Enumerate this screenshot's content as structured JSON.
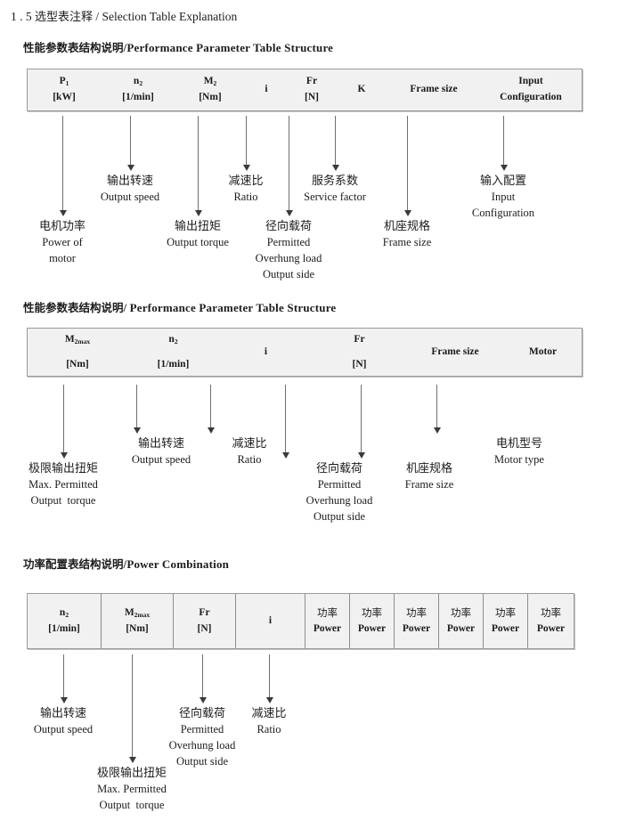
{
  "page": {
    "section_number": "1 . 5",
    "section_title_cn": "选型表注释",
    "section_title_sep": "/",
    "section_title_en": "Selection Table Explanation"
  },
  "blocks": [
    {
      "heading_cn": "性能参数表结构说明",
      "heading_sep": "/",
      "heading_en": "Performance Parameter Table Structure",
      "table": {
        "gridded": false,
        "columns": [
          {
            "symbol": "P",
            "sub": "1",
            "unit": "[kW]"
          },
          {
            "symbol": "n",
            "sub": "2",
            "unit": "[1/min]"
          },
          {
            "symbol": "M",
            "sub": "2",
            "unit": "[Nm]"
          },
          {
            "symbol": "i",
            "sub": "",
            "unit": ""
          },
          {
            "symbol": "Fr",
            "sub": "",
            "unit": "[N]"
          },
          {
            "symbol": "K",
            "sub": "",
            "unit": ""
          },
          {
            "symbol": "Frame size",
            "sub": "",
            "unit": ""
          },
          {
            "symbol": "Input",
            "sub": "",
            "unit": "Configuration"
          }
        ]
      },
      "annotations": [
        {
          "cn": "电机功率",
          "en": [
            "Power of",
            "motor"
          ]
        },
        {
          "cn": "输出转速",
          "en": [
            "Output speed"
          ]
        },
        {
          "cn": "输出扭矩",
          "en": [
            "Output torque"
          ]
        },
        {
          "cn": "减速比",
          "en": [
            "Ratio"
          ]
        },
        {
          "cn": "径向载荷",
          "en": [
            "Permitted",
            "Overhung load",
            "Output side"
          ]
        },
        {
          "cn": "服务系数",
          "en": [
            "Service factor"
          ]
        },
        {
          "cn": "机座规格",
          "en": [
            "Frame size"
          ]
        },
        {
          "cn": "输入配置",
          "en": [
            "Input",
            "Configuration"
          ]
        }
      ]
    },
    {
      "heading_cn": "性能参数表结构说明",
      "heading_sep": "/",
      "heading_en": "Performance Parameter Table Structure",
      "table": {
        "gridded": false,
        "columns": [
          {
            "symbol": "M",
            "sub": "2max",
            "unit": "[Nm]"
          },
          {
            "symbol": "n",
            "sub": "2",
            "unit": "[1/min]"
          },
          {
            "symbol": "i",
            "sub": "",
            "unit": ""
          },
          {
            "symbol": "Fr",
            "sub": "",
            "unit": "[N]"
          },
          {
            "symbol": "Frame size",
            "sub": "",
            "unit": ""
          },
          {
            "symbol": "Motor",
            "sub": "",
            "unit": ""
          }
        ]
      },
      "annotations": [
        {
          "cn": "极限输出扭矩",
          "en": [
            "Max. Permitted",
            "Output  torque"
          ]
        },
        {
          "cn": "输出转速",
          "en": [
            "Output speed"
          ]
        },
        {
          "cn": "减速比",
          "en": [
            "Ratio"
          ]
        },
        {
          "cn": "径向载荷",
          "en": [
            "Permitted",
            "Overhung load",
            "Output side"
          ]
        },
        {
          "cn": "机座规格",
          "en": [
            "Frame size"
          ]
        },
        {
          "cn": "电机型号",
          "en": [
            "Motor type"
          ]
        }
      ]
    },
    {
      "heading_cn": "功率配置表结构说明",
      "heading_sep": "/",
      "heading_en": "Power Combination",
      "table": {
        "gridded": true,
        "columns": [
          {
            "symbol": "n",
            "sub": "2",
            "unit": "[1/min]"
          },
          {
            "symbol": "M",
            "sub": "2max",
            "unit": "[Nm]"
          },
          {
            "symbol": "Fr",
            "sub": "",
            "unit": "[N]"
          },
          {
            "symbol": "i",
            "sub": "",
            "unit": ""
          },
          {
            "symbol_cn": "功率",
            "unit": "Power"
          },
          {
            "symbol_cn": "功率",
            "unit": "Power"
          },
          {
            "symbol_cn": "功率",
            "unit": "Power"
          },
          {
            "symbol_cn": "功率",
            "unit": "Power"
          },
          {
            "symbol_cn": "功率",
            "unit": "Power"
          },
          {
            "symbol_cn": "功率",
            "unit": "Power"
          }
        ]
      },
      "annotations": [
        {
          "cn": "输出转速",
          "en": [
            "Output speed"
          ]
        },
        {
          "cn": "极限输出扭矩",
          "en": [
            "Max. Permitted",
            "Output  torque"
          ]
        },
        {
          "cn": "径向载荷",
          "en": [
            "Permitted",
            "Overhung load",
            "Output side"
          ]
        },
        {
          "cn": "减速比",
          "en": [
            "Ratio"
          ]
        }
      ]
    }
  ],
  "colors": {
    "table_fill": "#f1f1f1",
    "table_border": "#9a9a9a",
    "arrow": "#3a3a3a",
    "text": "#1c1c1c"
  }
}
